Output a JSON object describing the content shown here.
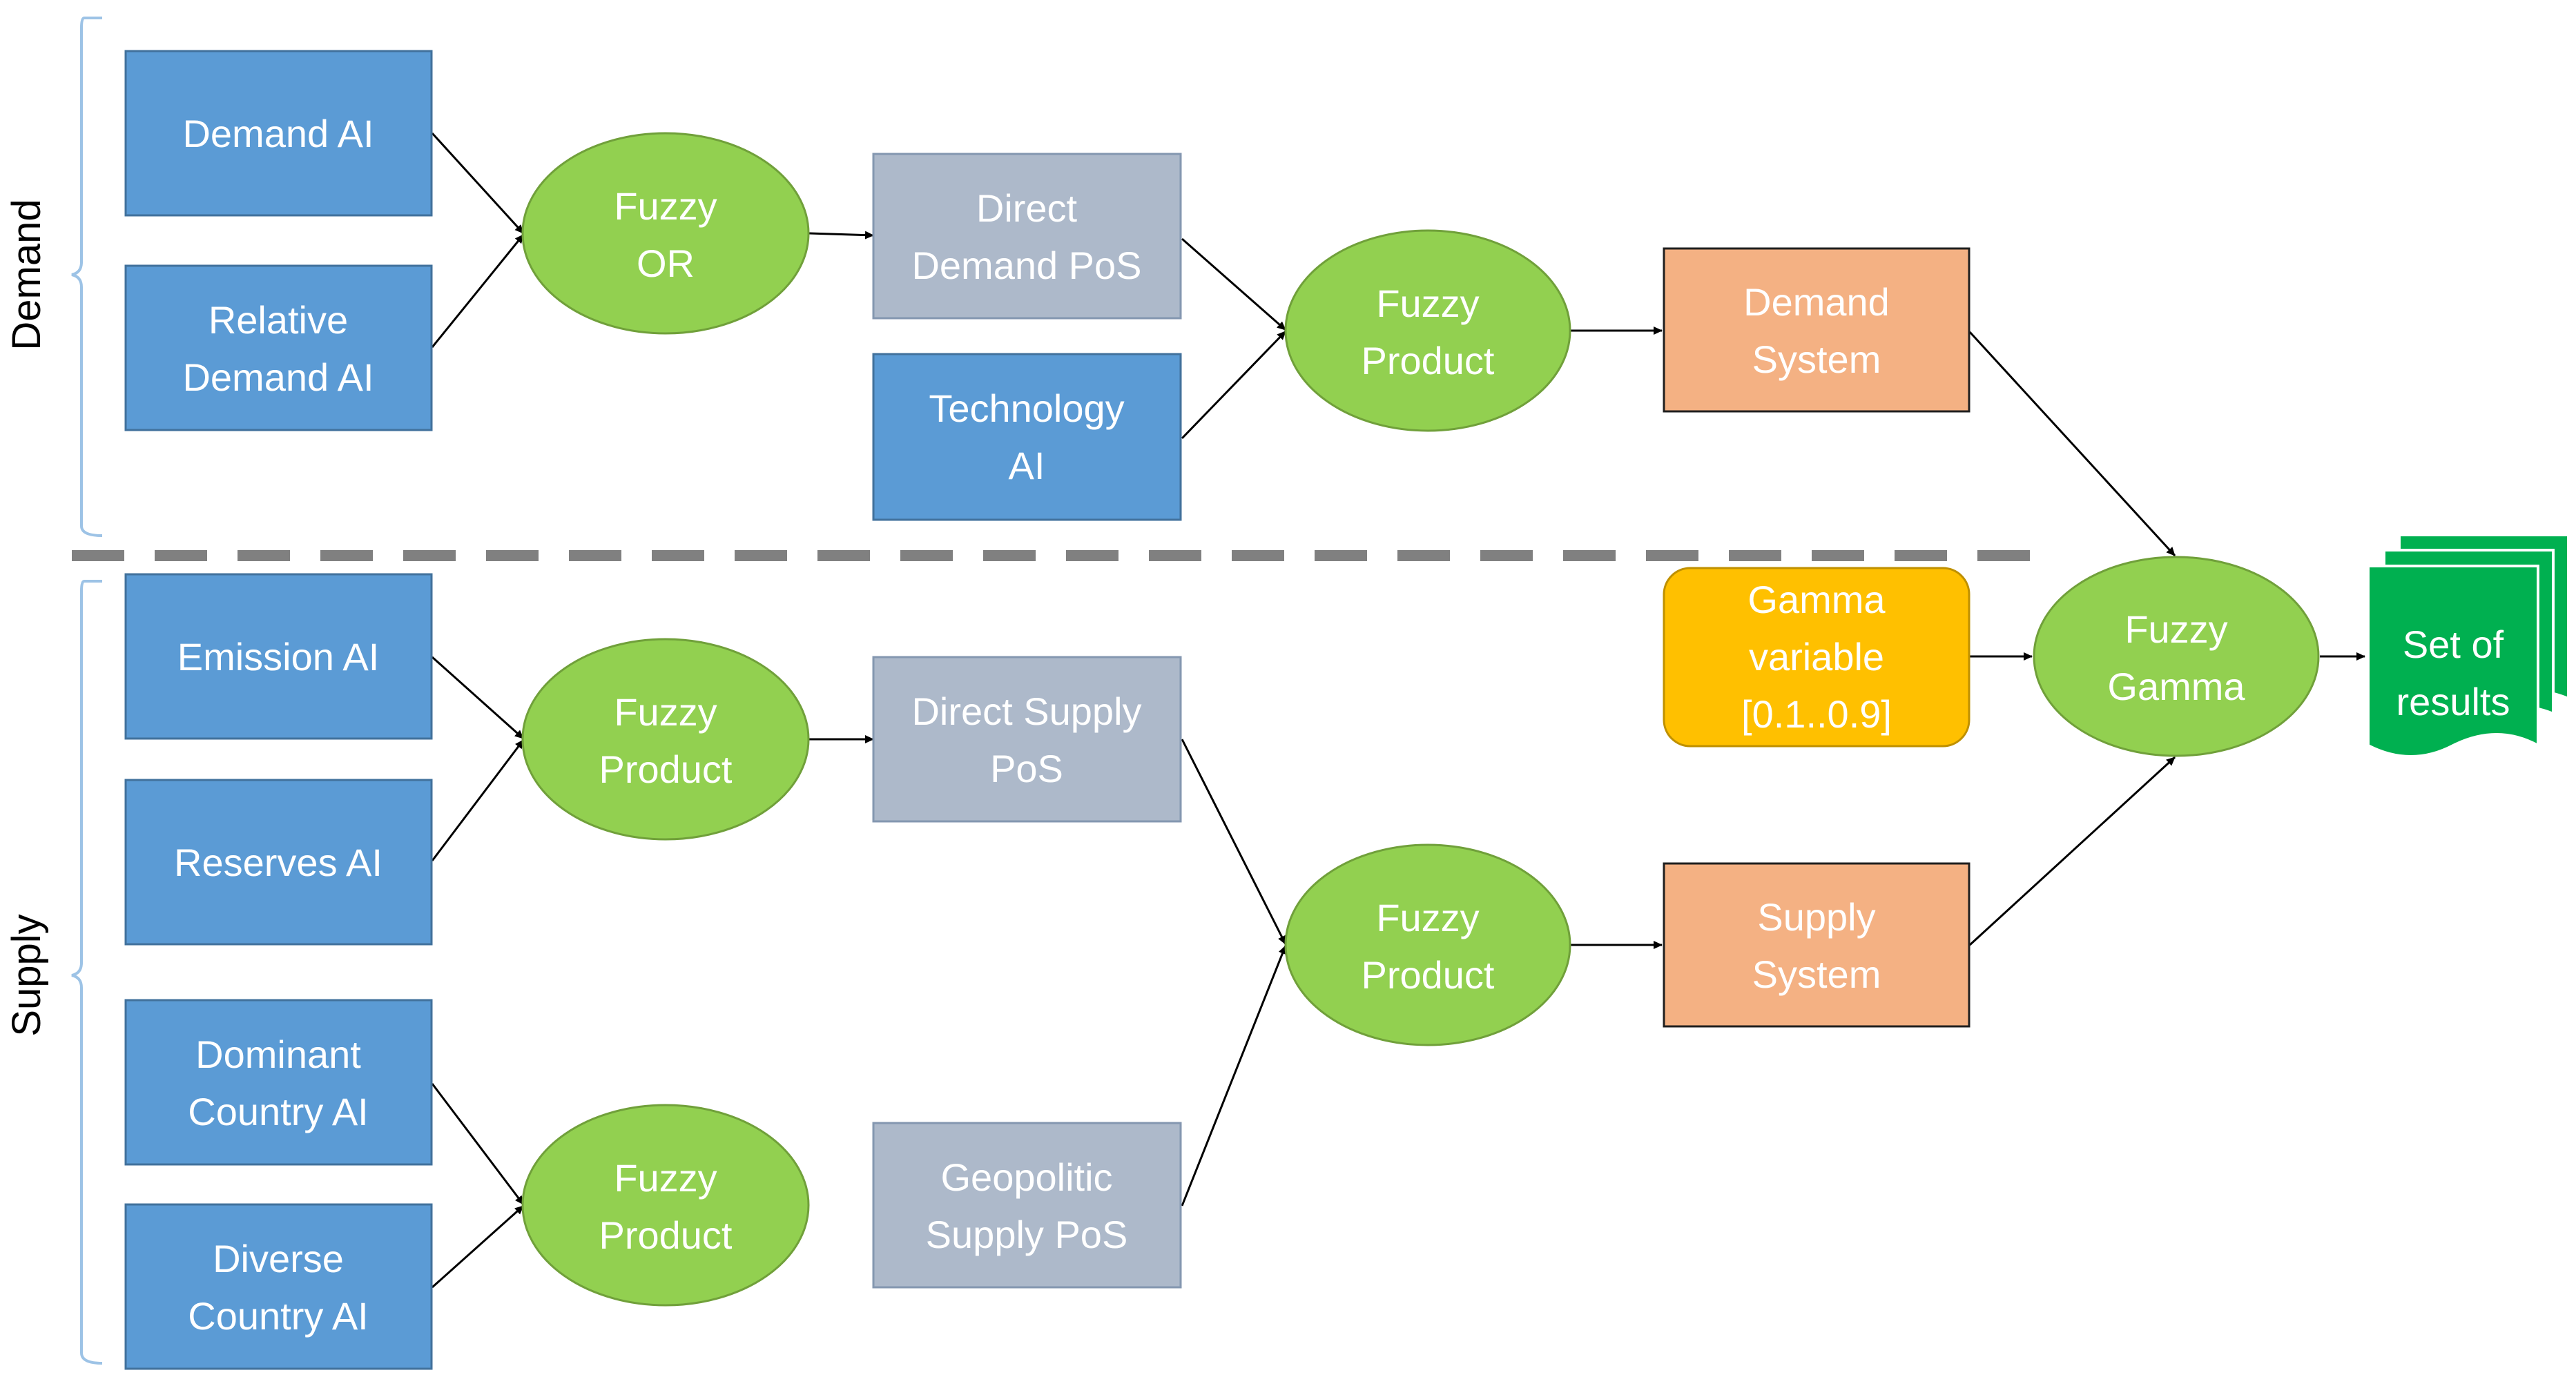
{
  "side_labels": {
    "demand": "Demand",
    "supply": "Supply"
  },
  "nodes": {
    "demand_ai": [
      "Demand AI"
    ],
    "relative_demand_ai": [
      "Relative",
      "Demand AI"
    ],
    "fuzzy_or": [
      "Fuzzy",
      "OR"
    ],
    "direct_demand_pos": [
      "Direct",
      "Demand PoS"
    ],
    "technology_ai": [
      "Technology",
      "AI"
    ],
    "fuzzy_product_demand": [
      "Fuzzy",
      "Product"
    ],
    "demand_system": [
      "Demand",
      "System"
    ],
    "gamma_variable": [
      "Gamma",
      "variable",
      "[0.1..0.9]"
    ],
    "fuzzy_gamma": [
      "Fuzzy",
      "Gamma"
    ],
    "set_of_results": [
      "Set of",
      "results"
    ],
    "emission_ai": [
      "Emission AI"
    ],
    "reserves_ai": [
      "Reserves AI"
    ],
    "fuzzy_product_supply_direct": [
      "Fuzzy",
      "Product"
    ],
    "direct_supply_pos": [
      "Direct Supply",
      "PoS"
    ],
    "fuzzy_product_supply": [
      "Fuzzy",
      "Product"
    ],
    "supply_system": [
      "Supply",
      "System"
    ],
    "dominant_country_ai": [
      "Dominant",
      "Country AI"
    ],
    "diverse_country_ai": [
      "Diverse",
      "Country AI"
    ],
    "fuzzy_product_geopolitic": [
      "Fuzzy",
      "Product"
    ],
    "geopolitic_supply_pos": [
      "Geopolitic",
      "Supply PoS"
    ]
  },
  "colors": {
    "ai_box": "#5B9BD5",
    "ai_box_border": "#41719C",
    "pos_box": "#ADB9CA",
    "pos_box_border": "#8497B0",
    "fuzzy_ellipse": "#92D050",
    "fuzzy_ellipse_border": "#70A03A",
    "system_box": "#F4B183",
    "system_box_border": "#1F1F1F",
    "gamma_box": "#FFC000",
    "gamma_box_border": "#BF9000",
    "results": "#00B050",
    "divider": "#808080",
    "bracket": "#9DC3E6",
    "arrow": "#000000"
  }
}
